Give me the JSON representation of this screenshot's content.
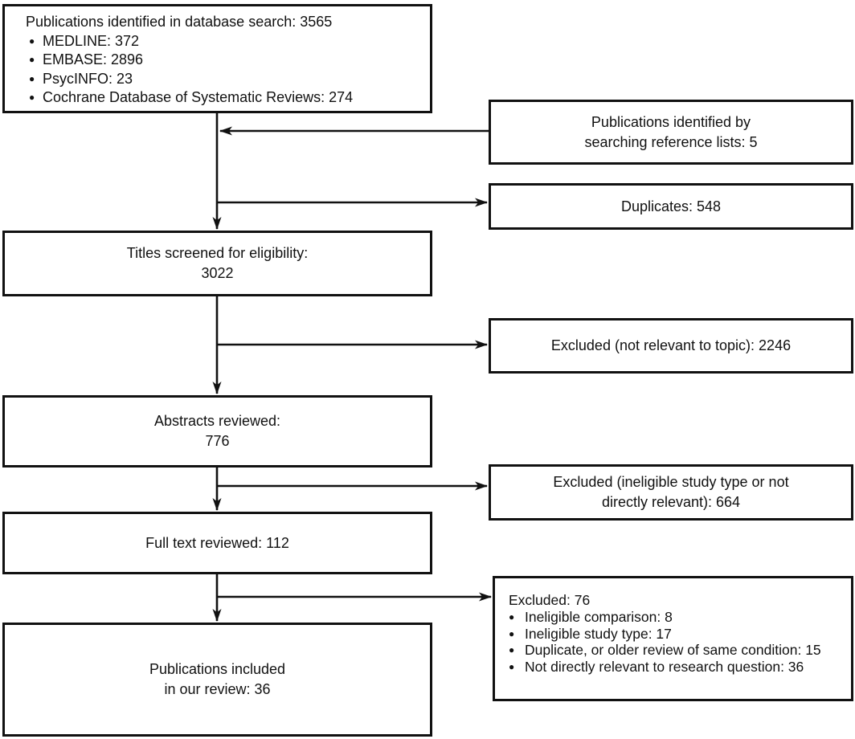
{
  "diagram": {
    "colors": {
      "background": "#ffffff",
      "line": "#111111"
    },
    "boxes": {
      "database_search": {
        "title": "Publications identified in database search: 3565",
        "items": [
          "MEDLINE: 372",
          "EMBASE: 2896",
          "PsycINFO: 23",
          "Cochrane Database of Systematic Reviews: 274"
        ]
      },
      "reference_lists": {
        "label": "Publications identified by\nsearching reference lists: 5"
      },
      "duplicates": {
        "label": "Duplicates: 548"
      },
      "titles_screened": {
        "label": "Titles screened for eligibility:\n3022"
      },
      "excluded_titles": {
        "label": "Excluded (not relevant to topic): 2246"
      },
      "abstracts_reviewed": {
        "label": "Abstracts reviewed:\n776"
      },
      "excluded_abstracts": {
        "label": "Excluded (ineligible study type or not\ndirectly relevant): 664"
      },
      "full_text_reviewed": {
        "label": "Full text reviewed: 112"
      },
      "excluded_full_text": {
        "title": "Excluded: 76",
        "items": [
          "Ineligible comparison: 8",
          "Ineligible study type: 17",
          "Duplicate, or older review of same condition: 15",
          "Not directly relevant to research question: 36"
        ]
      },
      "included": {
        "label": "Publications included\nin our review: 36"
      }
    }
  }
}
